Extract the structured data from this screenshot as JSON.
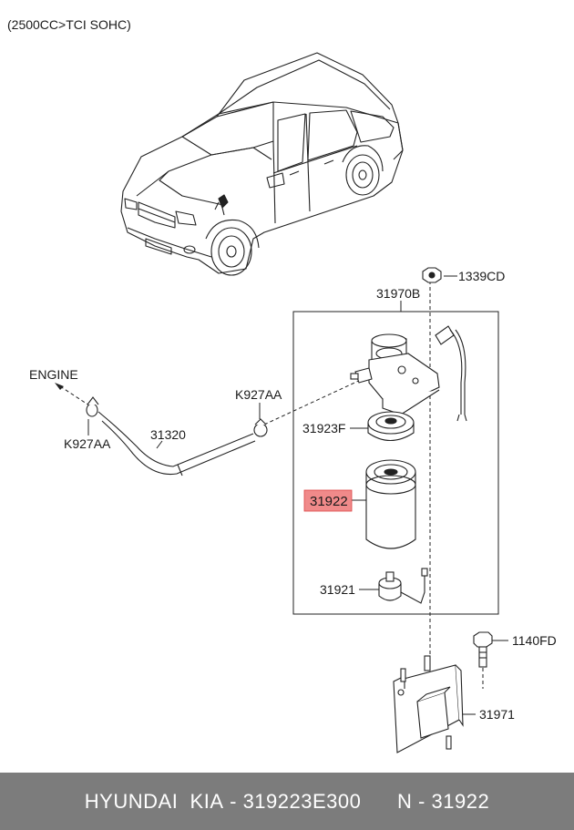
{
  "header": {
    "engine_spec": "(2500CC>TCI SOHC)"
  },
  "labels": {
    "engine": "ENGINE",
    "clamp_left": "K927AA",
    "clamp_right": "K927AA",
    "hose": "31320",
    "nut": "1339CD",
    "assembly": "31970B",
    "head": "31923F",
    "filter": "31922",
    "sensor": "31921",
    "bolt": "1140FD",
    "bracket": "31971"
  },
  "colors": {
    "highlight_fill": "#f08a8a",
    "highlight_stroke": "#d44",
    "footer_bg": "#7c7c7c",
    "footer_text": "#ffffff"
  },
  "footer": {
    "brand": "HYUNDAI  KIA",
    "part_number": "319223E300",
    "ref_label": "N",
    "ref_number": "31922"
  }
}
